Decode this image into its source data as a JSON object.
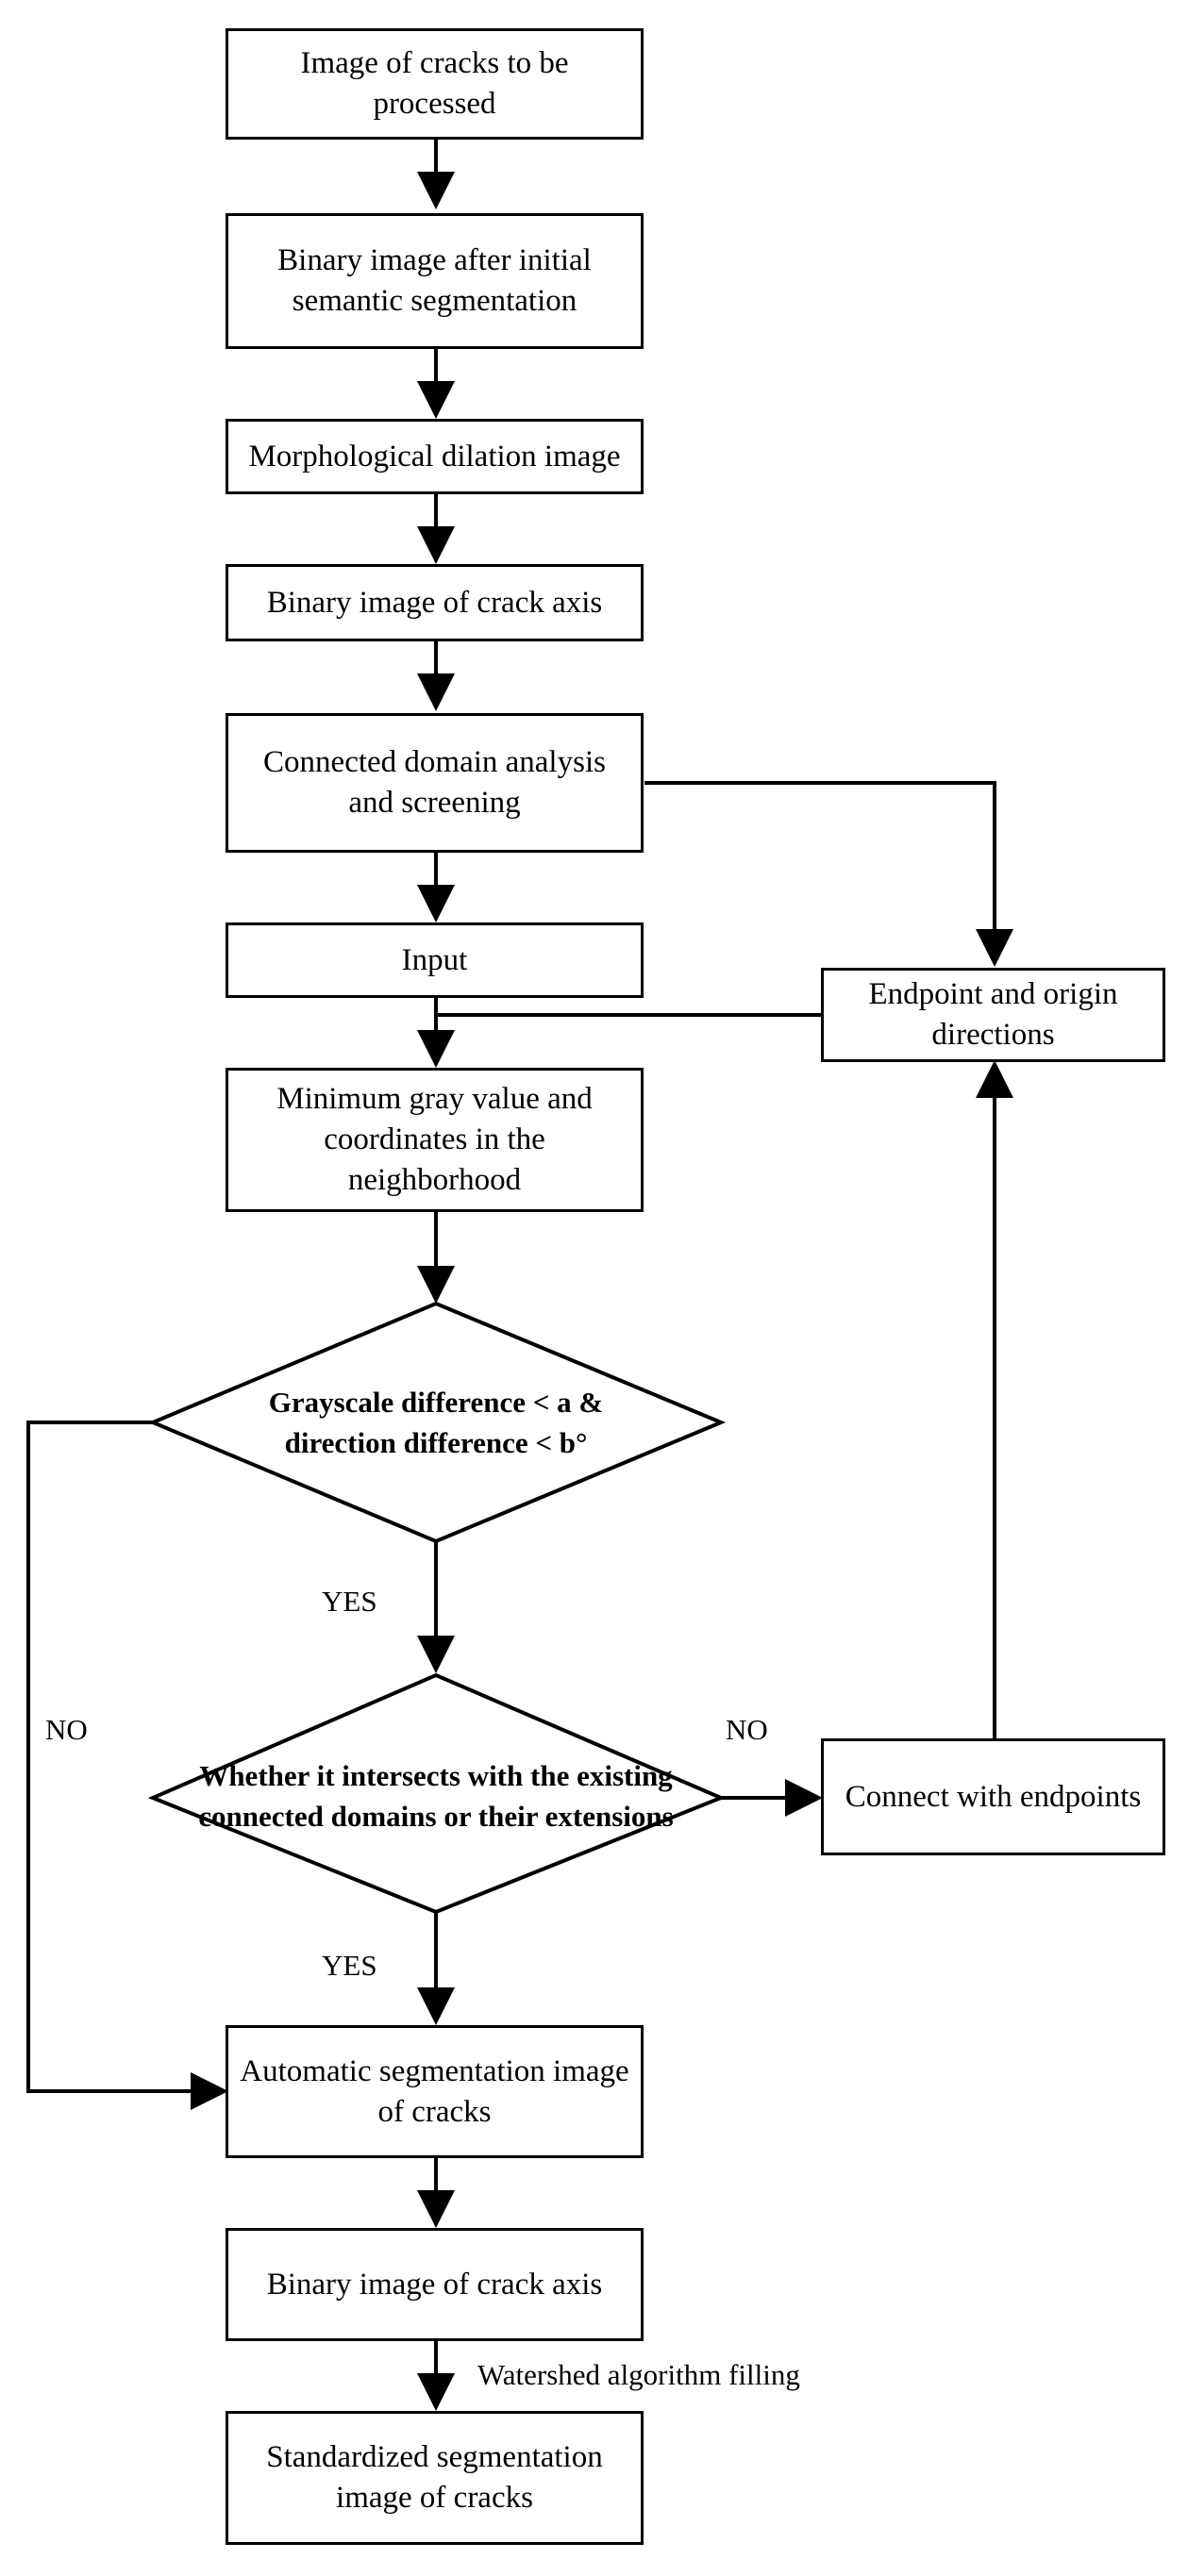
{
  "nodes": {
    "start": "Image of cracks to be processed",
    "binary_initial": "Binary image after initial semantic segmentation",
    "dilation": "Morphological dilation image",
    "axis1": "Binary image of crack axis",
    "connected_domain": "Connected domain analysis and screening",
    "input": "Input",
    "endpoint": "Endpoint and origin directions",
    "min_gray": "Minimum gray value and coordinates in the neighborhood",
    "decision1": "Grayscale difference < a & direction difference < b°",
    "decision2": "Whether it intersects with the existing connected domains or their extensions",
    "connect_endpoints": "Connect with endpoints",
    "auto_seg": "Automatic segmentation image of cracks",
    "axis2": "Binary image of crack axis",
    "standardized": "Standardized segmentation image of cracks"
  },
  "edge_labels": {
    "yes1": "YES",
    "yes2": "YES",
    "no_left": "NO",
    "no_right": "NO",
    "watershed": "Watershed algorithm filling"
  }
}
